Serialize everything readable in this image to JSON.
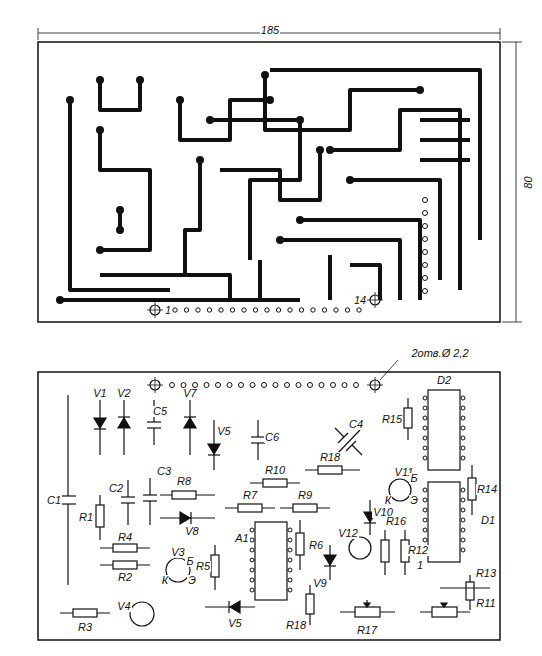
{
  "diagram": {
    "labels": [
      "185",
      "80",
      "1",
      "14",
      "2отв.Ø 2,2",
      "V1",
      "V2",
      "C5",
      "V7",
      "V5",
      "C6",
      "C4",
      "R15",
      "D2",
      "R14",
      "C3",
      "C1",
      "C2",
      "R1",
      "R8",
      "R10",
      "R18",
      "V11",
      "V8",
      "R7",
      "R9",
      "V10",
      "D1",
      "R4",
      "V3",
      "R5",
      "A1",
      "R6",
      "V12",
      "R16",
      "R12",
      "V9",
      "R2",
      "R3",
      "V4",
      "V5",
      "R13",
      "R11",
      "R17",
      "R18",
      "К",
      "Э",
      "Б",
      "К",
      "Э",
      "Б",
      "1"
    ]
  }
}
